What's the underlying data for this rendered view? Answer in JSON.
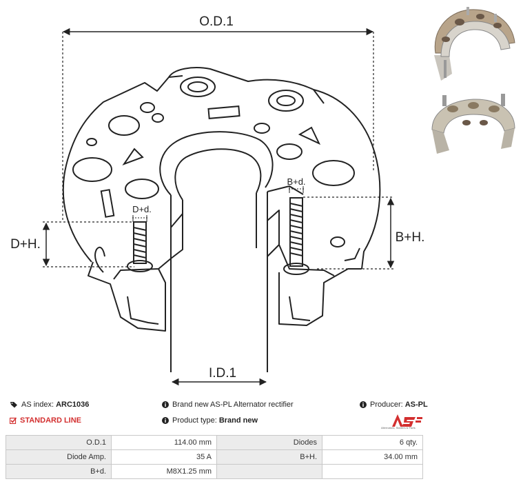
{
  "dimensions": {
    "od1": "O.D.1",
    "id1": "I.D.1",
    "dh": "D+H.",
    "bh": "B+H.",
    "dd": "D+d.",
    "bd": "B+d."
  },
  "photos": {
    "top_icon": "rectifier-photo-icon",
    "bottom_icon": "rectifier-photo-icon"
  },
  "info": {
    "as_index_label": "AS index:",
    "as_index_value": "ARC1036",
    "standard_line": "STANDARD LINE",
    "description": "Brand new AS-PL Alternator rectifier",
    "producer_label": "Producer:",
    "producer_value": "AS-PL",
    "product_type_label": "Product type:",
    "product_type_value": "Brand new",
    "logo_text": "AS",
    "logo_tagline": "Alternators, Starters & Parts"
  },
  "specs": [
    [
      "O.D.1",
      "114.00 mm",
      "Diodes",
      "6 qty."
    ],
    [
      "Diode Amp.",
      "35 A",
      "B+H.",
      "34.00 mm"
    ],
    [
      "B+d.",
      "M8X1.25 mm",
      "",
      ""
    ]
  ],
  "colors": {
    "accent_red": "#d32f2f",
    "label_bg": "#ececec",
    "border": "#c8c8c8"
  }
}
